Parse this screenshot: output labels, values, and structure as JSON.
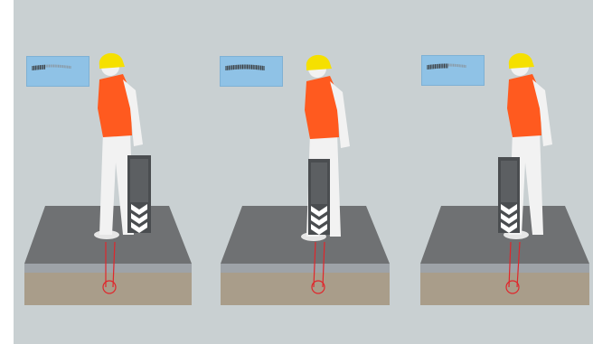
{
  "scene": {
    "description_free": true,
    "panels": [
      {
        "id": "left",
        "meter_level": 0.35
      },
      {
        "id": "middle",
        "meter_level": 1.0
      },
      {
        "id": "right",
        "meter_level": 0.55
      }
    ]
  },
  "colors": {
    "background": "#c9d0d2",
    "ground_top": "#6f7173",
    "ground_edge": "#9ea3a8",
    "soil": "#a99d8a",
    "vest": "#ff5a1f",
    "helmet": "#f5e000",
    "meter_bg": "#8fc2e6",
    "pipe": "#e0262b",
    "device": "#4a4d50"
  }
}
